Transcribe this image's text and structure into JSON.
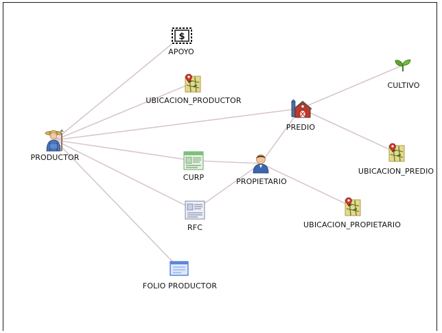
{
  "nodes": {
    "apoyo": {
      "label": "APOYO",
      "icon": "dollar-document-icon"
    },
    "ubicacion_productor": {
      "label": "UBICACION_PRODUCTOR",
      "icon": "map-pin-icon"
    },
    "cultivo": {
      "label": "CULTIVO",
      "icon": "sprout-icon"
    },
    "predio": {
      "label": "PREDIO",
      "icon": "barn-icon"
    },
    "productor": {
      "label": "PRODUCTOR",
      "icon": "farmer-icon"
    },
    "curp": {
      "label": "CURP",
      "icon": "id-card-icon"
    },
    "propietario": {
      "label": "PROPIETARIO",
      "icon": "person-icon"
    },
    "ubicacion_predio": {
      "label": "UBICACION_PREDIO",
      "icon": "map-pin-icon"
    },
    "rfc": {
      "label": "RFC",
      "icon": "tax-document-icon"
    },
    "ubicacion_propietario": {
      "label": "UBICACION_PROPIETARIO",
      "icon": "map-pin-icon"
    },
    "folio_productor": {
      "label": "FOLIO PRODUCTOR",
      "icon": "folio-card-icon"
    }
  },
  "edges": [
    [
      "productor",
      "apoyo"
    ],
    [
      "productor",
      "ubicacion_productor"
    ],
    [
      "productor",
      "predio"
    ],
    [
      "productor",
      "curp"
    ],
    [
      "productor",
      "rfc"
    ],
    [
      "productor",
      "folio_productor"
    ],
    [
      "curp",
      "propietario"
    ],
    [
      "rfc",
      "propietario"
    ],
    [
      "propietario",
      "predio"
    ],
    [
      "propietario",
      "ubicacion_propietario"
    ],
    [
      "predio",
      "cultivo"
    ],
    [
      "predio",
      "ubicacion_predio"
    ]
  ],
  "colors": {
    "edge": "#d8c6cc",
    "border": "#1a1a1a"
  }
}
